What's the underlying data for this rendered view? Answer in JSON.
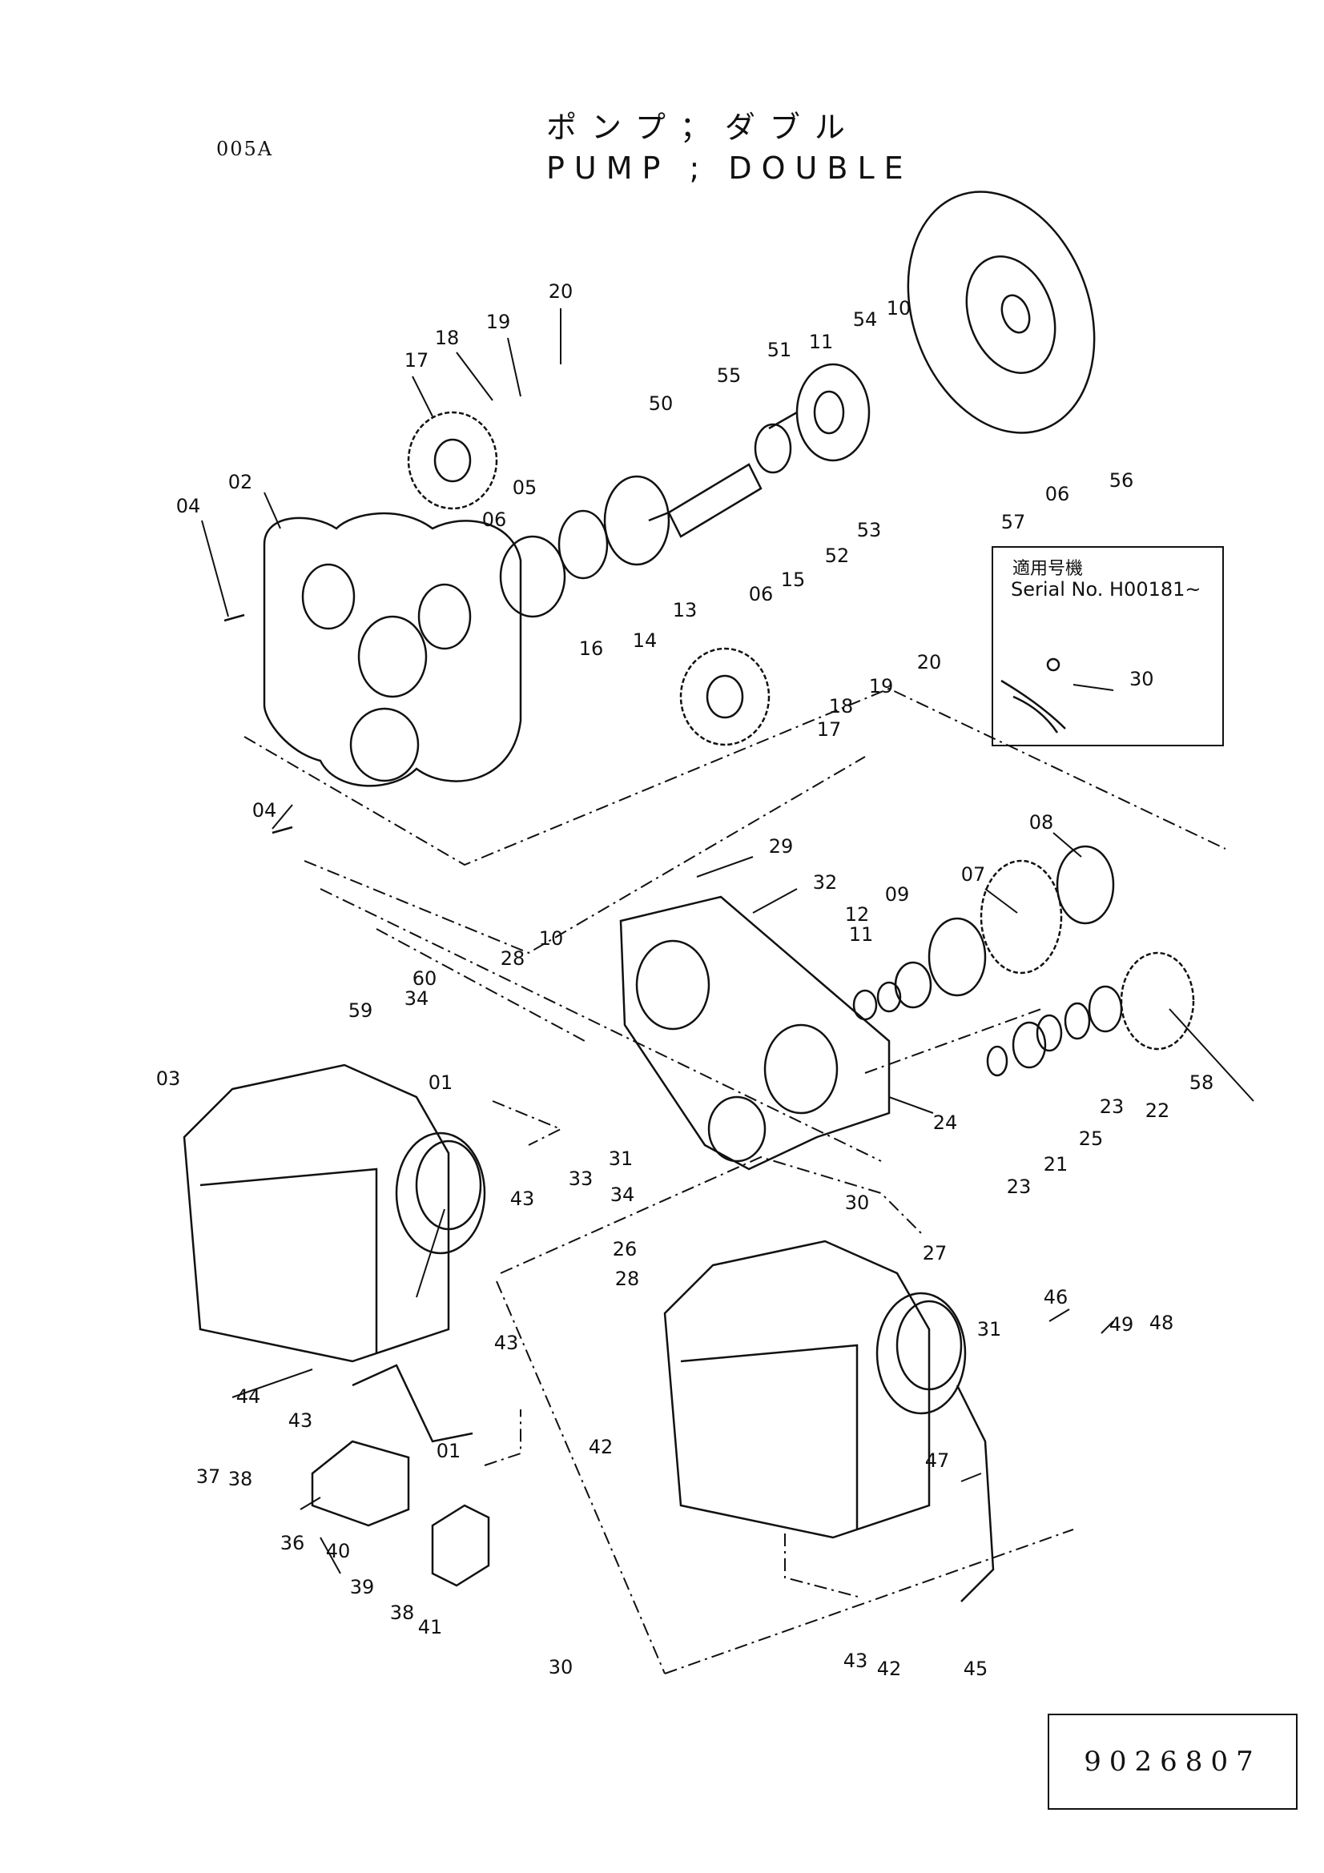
{
  "header": {
    "page_code": "005A",
    "title_jp": "ポンプ；ダブル",
    "title_en": "PUMP ; DOUBLE"
  },
  "serial_box": {
    "label_jp": "適用号機",
    "serial_text": "Serial No. H00181~",
    "callout": "30"
  },
  "drawing_number": "9026807",
  "callouts": [
    "20",
    "19",
    "18",
    "17",
    "02",
    "04",
    "05",
    "06",
    "16",
    "14",
    "13",
    "50",
    "55",
    "51",
    "11",
    "54",
    "10",
    "56",
    "57",
    "06",
    "52",
    "53",
    "06",
    "15",
    "20",
    "19",
    "18",
    "17",
    "04",
    "29",
    "32",
    "08",
    "07",
    "09",
    "12",
    "11",
    "10",
    "28",
    "60",
    "34",
    "59",
    "58",
    "22",
    "23",
    "25",
    "21",
    "23",
    "24",
    "03",
    "01",
    "43",
    "31",
    "33",
    "34",
    "30",
    "26",
    "28",
    "27",
    "31",
    "43",
    "44",
    "43",
    "42",
    "01",
    "38",
    "37",
    "36",
    "40",
    "39",
    "38",
    "41",
    "30",
    "47",
    "46",
    "49",
    "48",
    "43",
    "42",
    "45"
  ]
}
